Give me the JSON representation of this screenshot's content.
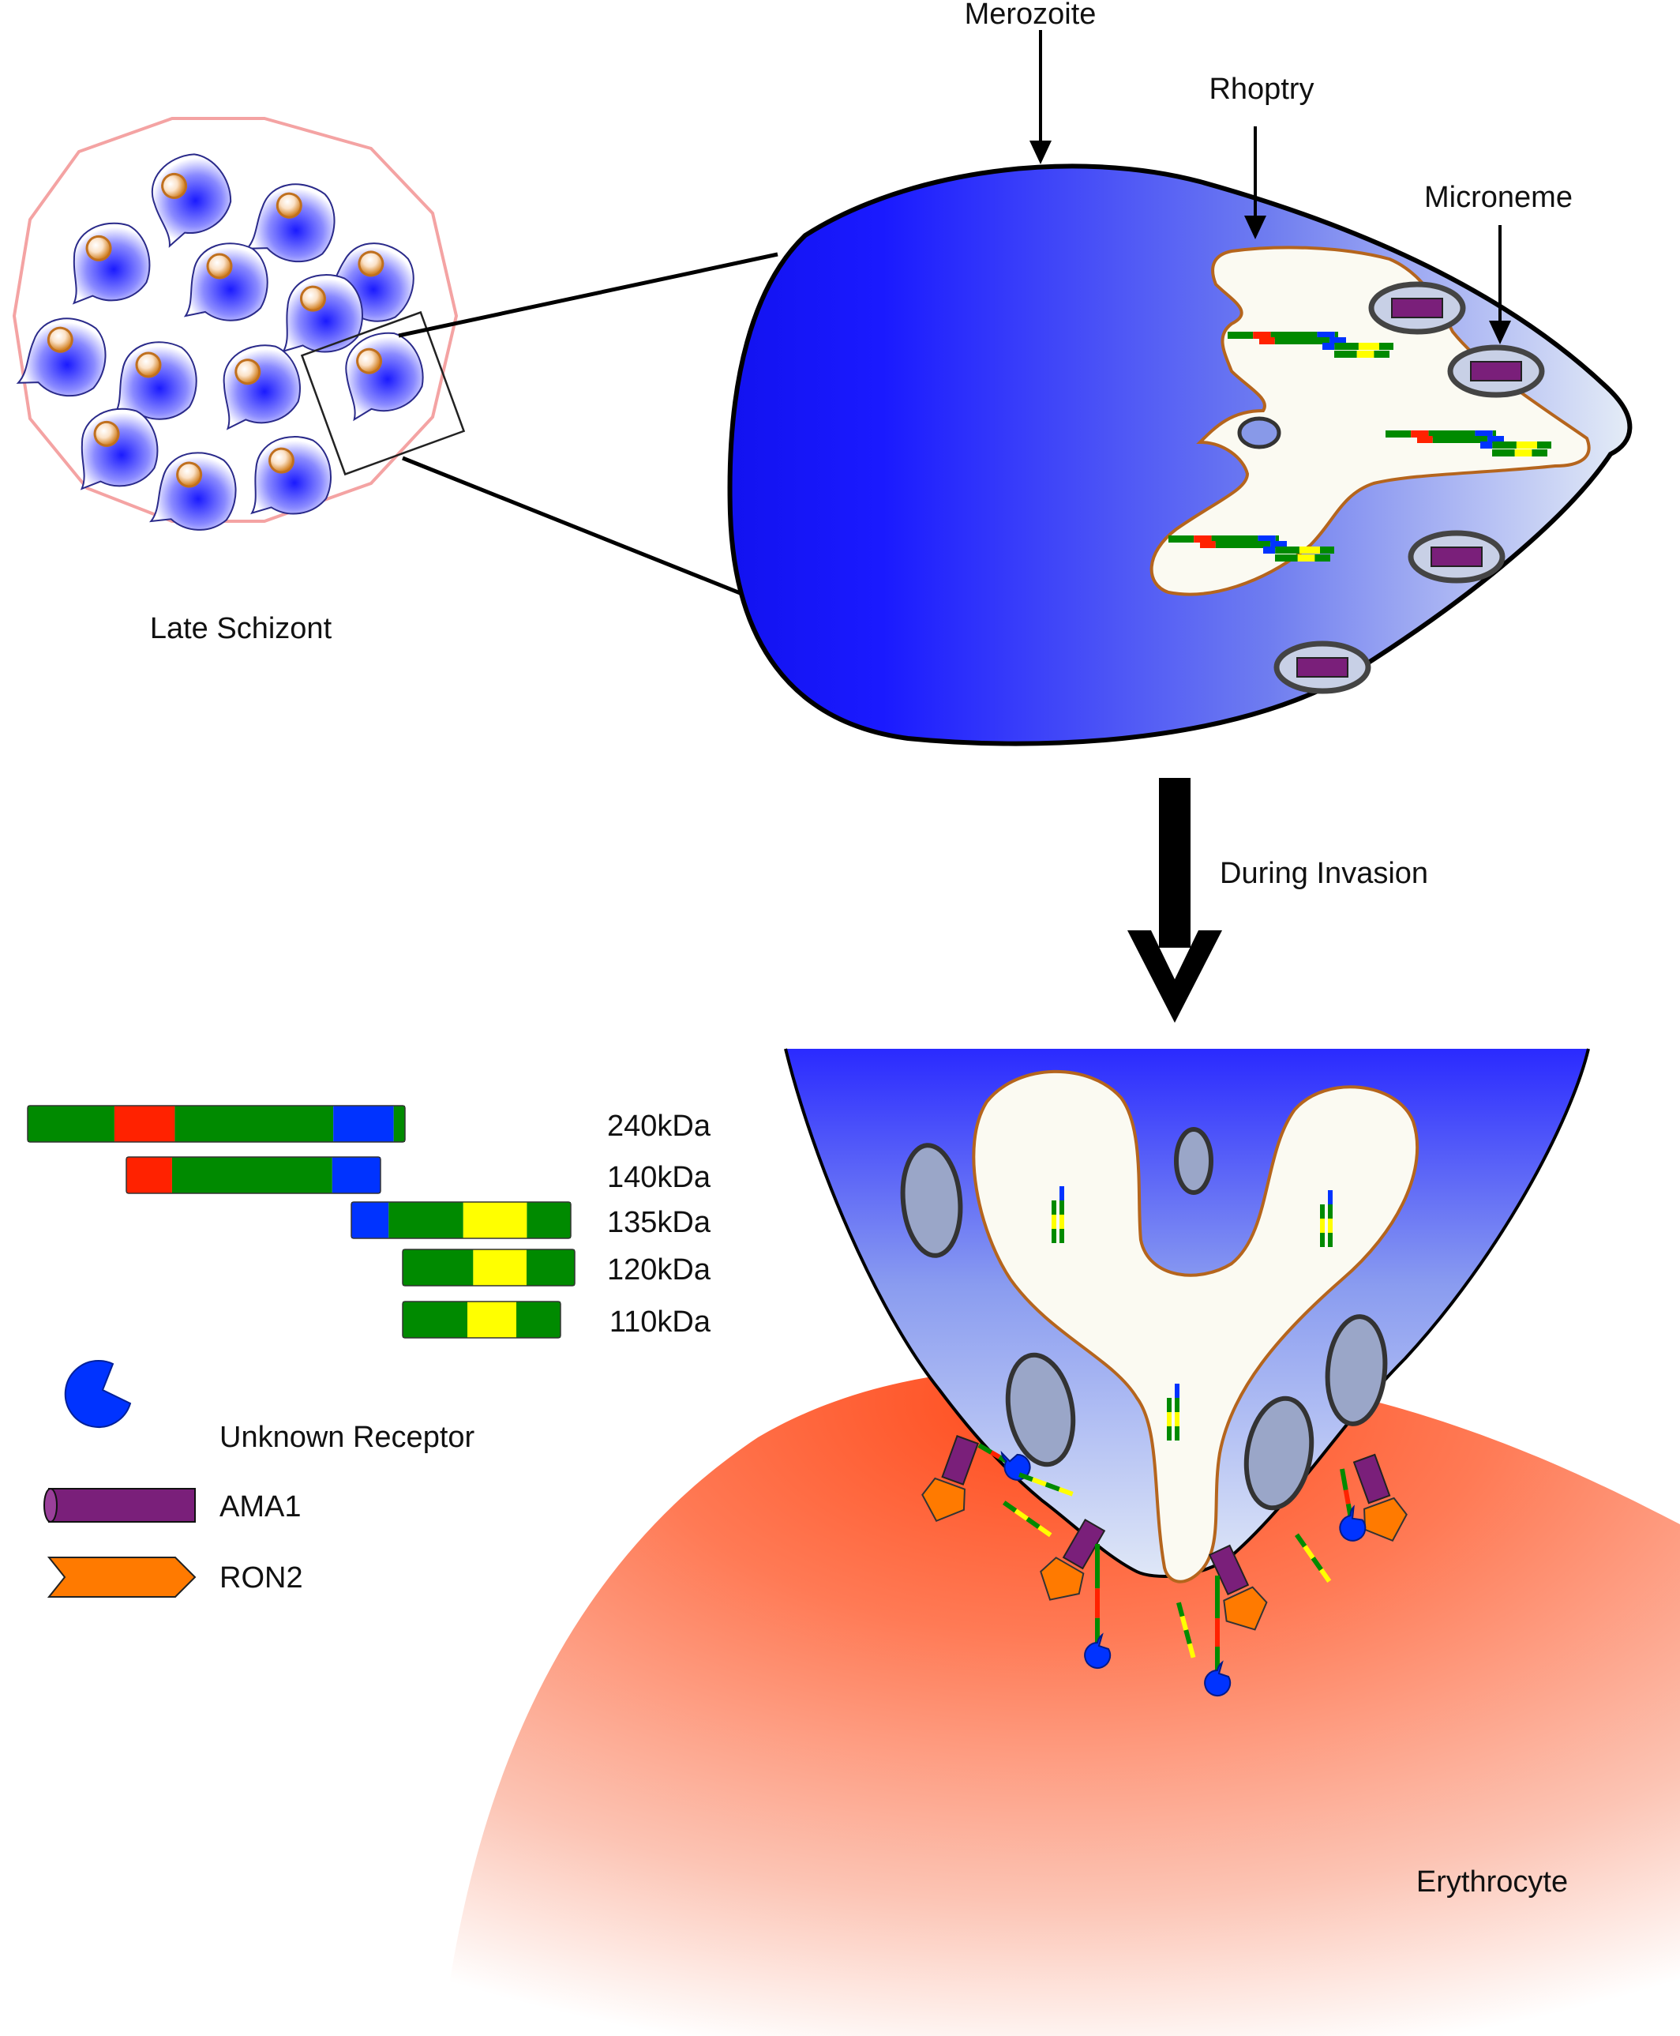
{
  "labels": {
    "merozoite": "Merozoite",
    "rhoptry": "Rhoptry",
    "microneme": "Microneme",
    "late_schizont": "Late Schizont",
    "during_invasion": "During Invasion",
    "erythrocyte": "Erythrocyte"
  },
  "legend": {
    "fragments": [
      {
        "label": "240kDa",
        "segments": [
          [
            "green",
            0,
            0.23
          ],
          [
            "red",
            0.23,
            0.39
          ],
          [
            "green",
            0.39,
            0.81
          ],
          [
            "blue",
            0.81,
            0.97
          ],
          [
            "green",
            0.97,
            1.0
          ]
        ]
      },
      {
        "label": "140kDa",
        "segments": [
          [
            "red",
            0,
            0.18
          ],
          [
            "green",
            0.18,
            0.81
          ],
          [
            "blue",
            0.81,
            1.0
          ]
        ]
      },
      {
        "label": "135kDa",
        "segments": [
          [
            "blue",
            0,
            0.17
          ],
          [
            "green",
            0.17,
            0.51
          ],
          [
            "yellow",
            0.51,
            0.8
          ],
          [
            "green",
            0.8,
            1.0
          ]
        ]
      },
      {
        "label": "120kDa",
        "segments": [
          [
            "green",
            0,
            0.41
          ],
          [
            "yellow",
            0.41,
            0.72
          ],
          [
            "green",
            0.72,
            1.0
          ]
        ]
      },
      {
        "label": "110kDa",
        "segments": [
          [
            "green",
            0,
            0.41
          ],
          [
            "yellow",
            0.41,
            0.72
          ],
          [
            "green",
            0.72,
            1.0
          ]
        ]
      }
    ],
    "symbols": [
      {
        "label": "Unknown Receptor",
        "icon": "receptor-icon"
      },
      {
        "label": "AMA1",
        "icon": "ama1-icon"
      },
      {
        "label": "RON2",
        "icon": "ron2-icon"
      }
    ]
  },
  "colors": {
    "green": "#008a00",
    "red": "#ff2200",
    "blue": "#0033ff",
    "yellow": "#ffff00",
    "purple": "#7a1f7a",
    "orange": "#ff7a00",
    "merozoite_blue": "#1a1aff",
    "rhoptry_fill": "#fbfaf2",
    "rhoptry_outline": "#b5651d",
    "erythrocyte": "#ff5a2a"
  }
}
